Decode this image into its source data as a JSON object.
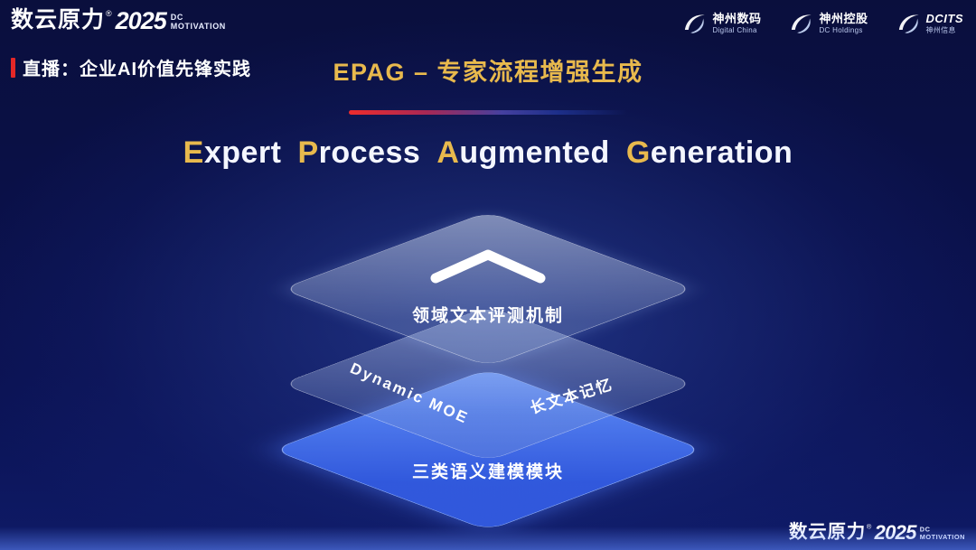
{
  "brand": {
    "name": "数云原力",
    "reg": "®",
    "year": "2025",
    "dc": "DC",
    "motivation": "MOTIVATION"
  },
  "header": {
    "live_label": "直播：企业AI价值先锋实践",
    "partners": [
      {
        "name": "神州数码",
        "sub": "Digital China"
      },
      {
        "name": "神州控股",
        "sub": "DC Holdings"
      },
      {
        "name": "DCITS",
        "sub": "神州信息"
      }
    ]
  },
  "title": {
    "cn": "EPAG – 专家流程增强生成",
    "en_words": [
      {
        "initial": "E",
        "rest": "xpert"
      },
      {
        "initial": "P",
        "rest": "rocess"
      },
      {
        "initial": "A",
        "rest": "ugmented"
      },
      {
        "initial": "G",
        "rest": "eneration"
      }
    ]
  },
  "diagram": {
    "top_layer_label": "领域文本评测机制",
    "middle_layer_left_label": "Dynamic MOE",
    "middle_layer_right_label": "长文本记忆",
    "bottom_layer_label": "三类语义建模模块"
  },
  "colors": {
    "gold": "#E8B94D",
    "accent_red": "#E42727",
    "layer_blue": "#4A7BF7",
    "background_navy": "#0A1048"
  }
}
